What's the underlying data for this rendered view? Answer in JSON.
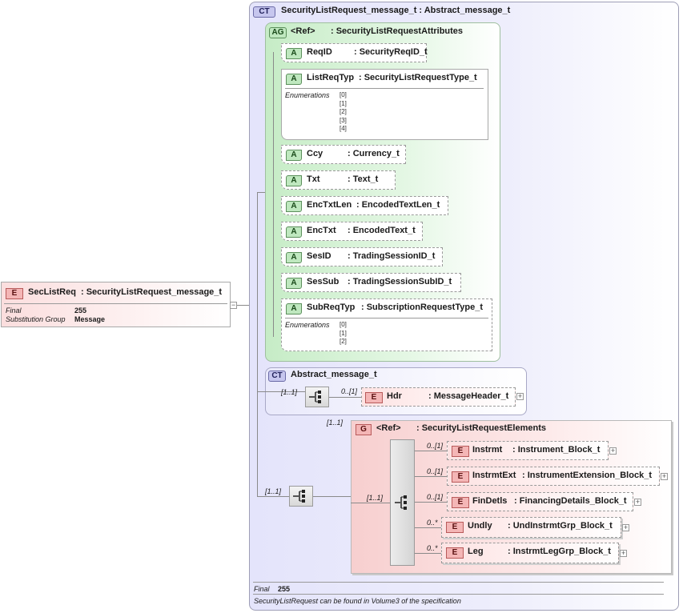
{
  "root_element": {
    "badge": "E",
    "name": "SecListReq",
    "type": ": SecurityListRequest_message_t",
    "props": [
      {
        "label": "Final",
        "value": "255"
      },
      {
        "label": "Substitution Group",
        "value": "Message"
      }
    ]
  },
  "complex_type": {
    "badge": "CT",
    "title": "SecurityListRequest_message_t : Abstract_message_t"
  },
  "attribute_group": {
    "badge": "AG",
    "ref": "<Ref>",
    "name": ": SecurityListRequestAttributes",
    "attributes": [
      {
        "badge": "A",
        "name": "ReqID",
        "type": ": SecurityReqID_t"
      },
      {
        "badge": "A",
        "name": "ListReqTyp",
        "type": ": SecurityListRequestType_t",
        "enum_label": "Enumerations",
        "enums": [
          "[0]",
          "[1]",
          "[2]",
          "[3]",
          "[4]"
        ]
      },
      {
        "badge": "A",
        "name": "Ccy",
        "type": ": Currency_t"
      },
      {
        "badge": "A",
        "name": "Txt",
        "type": ": Text_t"
      },
      {
        "badge": "A",
        "name": "EncTxtLen",
        "type": ": EncodedTextLen_t"
      },
      {
        "badge": "A",
        "name": "EncTxt",
        "type": ": EncodedText_t"
      },
      {
        "badge": "A",
        "name": "SesID",
        "type": ": TradingSessionID_t"
      },
      {
        "badge": "A",
        "name": "SesSub",
        "type": ": TradingSessionSubID_t"
      },
      {
        "badge": "A",
        "name": "SubReqTyp",
        "type": ": SubscriptionRequestType_t",
        "enum_label": "Enumerations",
        "enums": [
          "[0]",
          "[1]",
          "[2]"
        ]
      }
    ]
  },
  "abstract_message": {
    "badge": "CT",
    "title": "Abstract_message_t",
    "seq_card": "[1..1]",
    "hdr": {
      "badge": "E",
      "card": "0..[1]",
      "name": "Hdr",
      "type": ": MessageHeader_t"
    }
  },
  "elements_group": {
    "badge": "G",
    "ref": "<Ref>",
    "name": ": SecurityListRequestElements",
    "group_card": "[1..1]",
    "outer_seq_card": "[1..1]",
    "inner_seq_card": "[1..1]",
    "elements": [
      {
        "badge": "E",
        "card": "0..[1]",
        "name": "Instrmt",
        "type": ": Instrument_Block_t"
      },
      {
        "badge": "E",
        "card": "0..[1]",
        "name": "InstrmtExt",
        "type": ": InstrumentExtension_Block_t"
      },
      {
        "badge": "E",
        "card": "0..[1]",
        "name": "FinDetls",
        "type": ": FinancingDetails_Block_t"
      },
      {
        "badge": "E",
        "card": "0..*",
        "name": "Undly",
        "type": ": UndInstrmtGrp_Block_t"
      },
      {
        "badge": "E",
        "card": "0..*",
        "name": "Leg",
        "type": ": InstrmtLegGrp_Block_t"
      }
    ]
  },
  "footer": {
    "final_label": "Final",
    "final_value": "255",
    "note": "SecurityListRequest can be found in Volume3 of the specification"
  }
}
